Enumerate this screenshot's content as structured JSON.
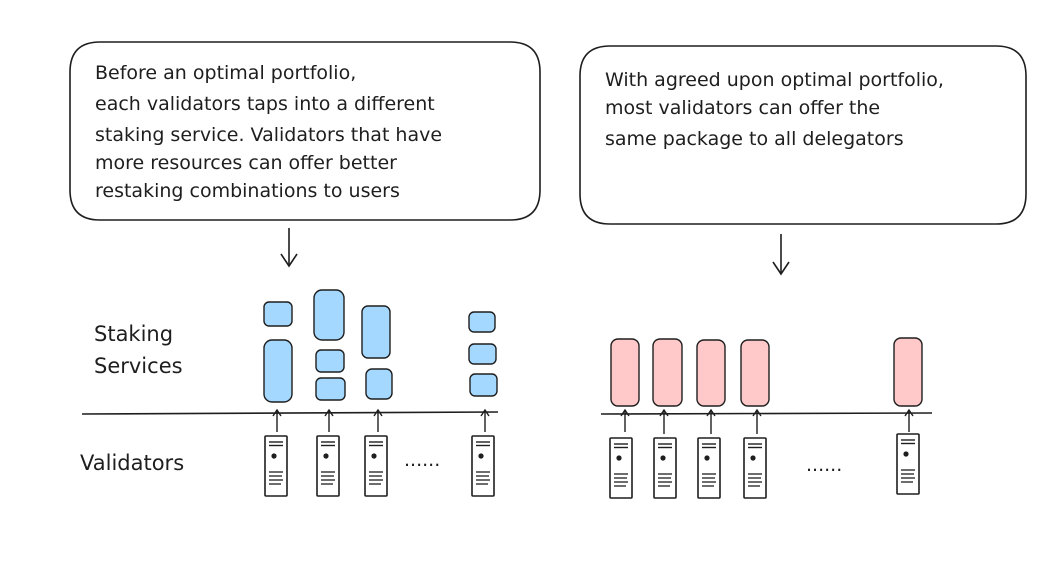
{
  "left_panel": {
    "callout_lines": [
      "Before an optimal portfolio,",
      "each validators taps into a different",
      "staking service. Validators that have",
      "more resources can offer better",
      "restaking combinations to users"
    ],
    "staking_label_lines": [
      "Staking",
      "Services"
    ],
    "validators_label": "Validators",
    "ellipsis": "......",
    "service_color": "#a5d8ff"
  },
  "right_panel": {
    "callout_lines": [
      "With agreed upon optimal portfolio,",
      "most validators can offer the",
      "same package to all delegators"
    ],
    "ellipsis": "......",
    "service_color": "#ffc9c9"
  },
  "stroke_color": "#1e1e1e"
}
